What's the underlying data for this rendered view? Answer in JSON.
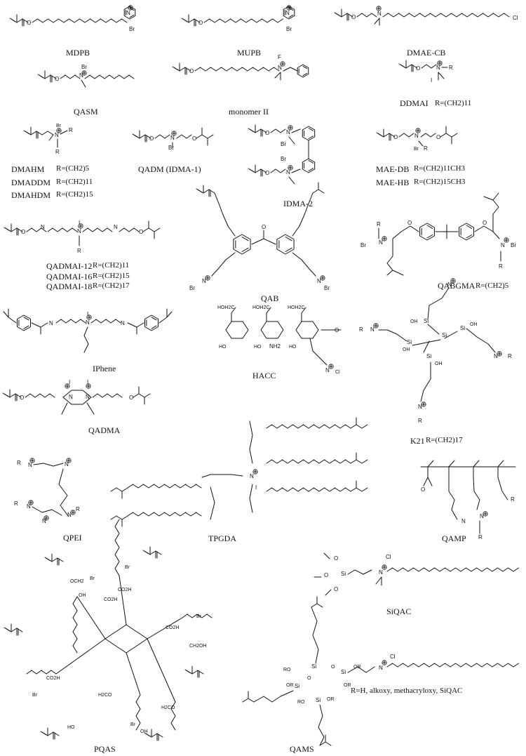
{
  "labels": {
    "mdpb": "MDPB",
    "mupb": "MUPB",
    "dmae_cb": "DMAE-CB",
    "qasm": "QASM",
    "monomer_ii": "monomer II",
    "ddmai": "DDMAI",
    "ddmai_r": "R=(CH2)11",
    "dmahm": "DMAHM",
    "dmahm_r": "R=(CH2)5",
    "dmaddm": "DMADDM",
    "dmaddm_r": "R=(CH2)11",
    "dmahdm": "DMAHDM",
    "dmahdm_r": "R=(CH2)15",
    "qadm": "QADM (IDMA-1)",
    "idma2": "IDMA-2",
    "mae_db": "MAE-DB",
    "mae_db_r": "R=(CH2)11CH3",
    "mae_hb": "MAE-HB",
    "mae_hb_r": "R=(CH2)15CH3",
    "qadmai12": "QADMAI-12",
    "qadmai12_r": "R=(CH2)11",
    "qadmai16": "QADMAI-16",
    "qadmai16_r": "R=(CH2)15",
    "qadmai18": "QADMAI-18",
    "qadmai18_r": "R=(CH2)17",
    "qab": "QAB",
    "qabgma": "QABGMA",
    "qabgma_r": "R=(CH2)5",
    "iphene": "IPhene",
    "hacc": "HACC",
    "qadma": "QADMA",
    "k21": "K21",
    "k21_r": "R=(CH2)17",
    "qpei": "QPEI",
    "tpgda": "TPGDA",
    "qamp": "QAMP",
    "siqac": "SiQAC",
    "pqas": "PQAS",
    "qams": "QAMS",
    "qams_note": "R=H, alkoxy, methacryloxy, SiQAC"
  },
  "atoms": {
    "N": "N",
    "O": "O",
    "Br": "Br",
    "Cl": "Cl",
    "F": "F",
    "I": "I",
    "Si": "Si",
    "R": "R",
    "OH": "OH",
    "HO": "HO",
    "OR": "OR",
    "RO": "RO",
    "NH2": "NH2",
    "CO2H": "CO2H",
    "HOH2C": "HOH2C",
    "H2CO": "H2CO",
    "OCH2": "OCH2",
    "CH2OH": "CH2OH"
  }
}
